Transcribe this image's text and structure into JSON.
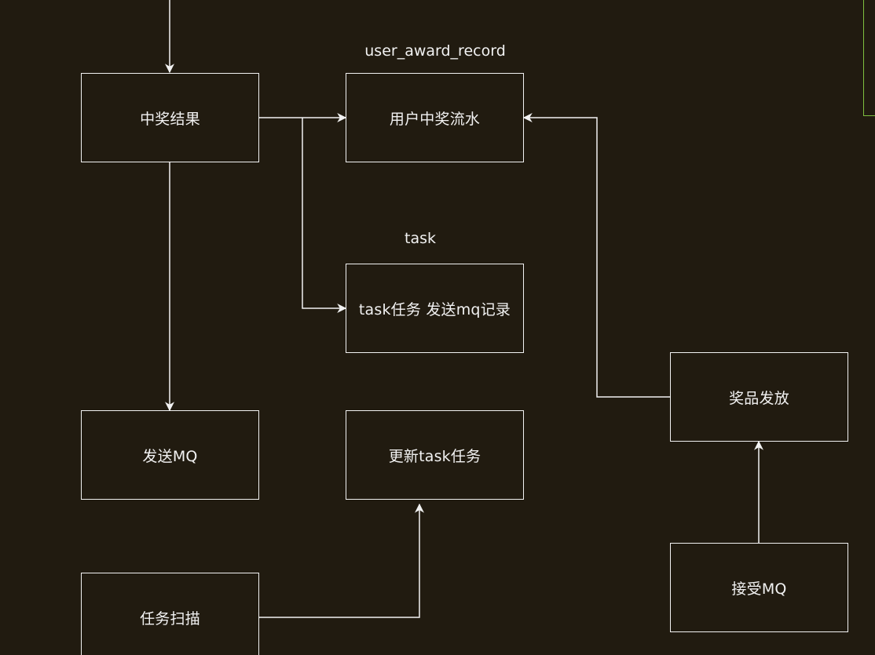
{
  "nodes": {
    "award_result": "中奖结果",
    "user_award_flow": "用户中奖流水",
    "task_mq_record": "task任务 发送mq记录",
    "send_mq": "发送MQ",
    "update_task": "更新task任务",
    "task_scan": "任务扫描",
    "prize_dispatch": "奖品发放",
    "receive_mq": "接受MQ"
  },
  "table_labels": {
    "user_award_record": "user_award_record",
    "task": "task"
  },
  "colors": {
    "background": "#211b10",
    "stroke": "#f2f2f2",
    "accent_frame": "#7fbf3f"
  }
}
